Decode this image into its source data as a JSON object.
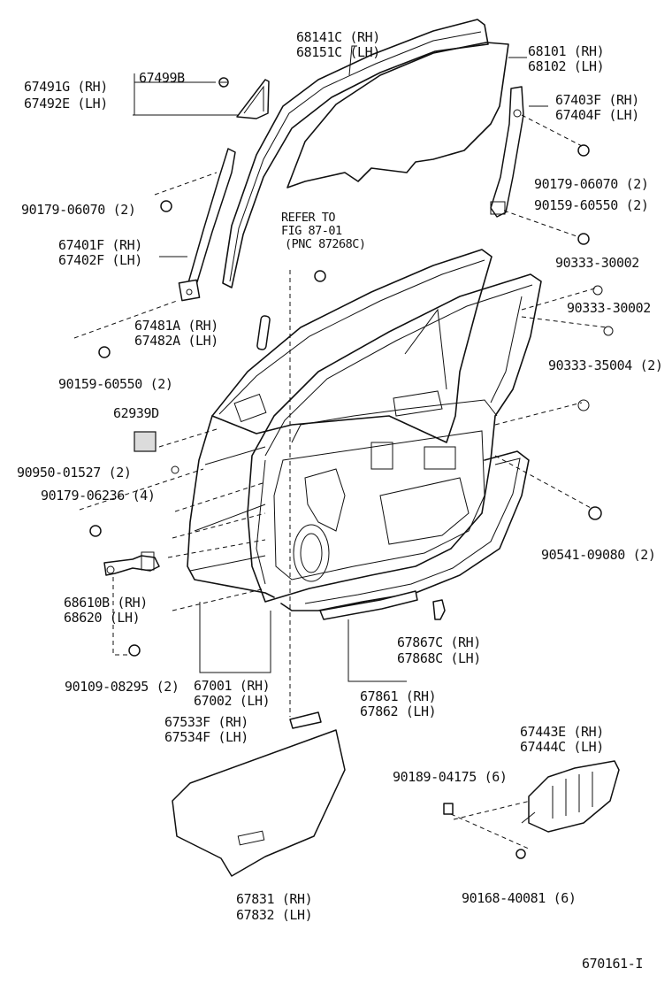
{
  "labels": {
    "p68141": "68141C (RH)",
    "p68151": "68151C (LH)",
    "p68101": "68101 (RH)",
    "p68102": "68102 (LH)",
    "p67499": "67499B",
    "p67491": "67491G (RH)",
    "p67492": "67492E (LH)",
    "p67403": "67403F (RH)",
    "p67404": "67404F (LH)",
    "b90179a": "90179-06070 (2)",
    "b90179b": "90179-06070 (2)",
    "b90159a": "90159-60550 (2)",
    "refer1": "REFER TO",
    "refer2": "FIG 87-01",
    "refer3": "(PNC 87268C)",
    "p67401": "67401F (RH)",
    "p67402": "67402F (LH)",
    "p90333a": "90333-30002",
    "p90333b": "90333-30002",
    "p67481": "67481A (RH)",
    "p67482": "67482A (LH)",
    "p90333c": "90333-35004 (2)",
    "b90159b": "90159-60550 (2)",
    "p62939": "62939D",
    "p90950": "90950-01527 (2)",
    "p90179c": "90179-06236 (4)",
    "p90541": "90541-09080 (2)",
    "p68610": "68610B (RH)",
    "p68620": "68620   (LH)",
    "p67867": "67867C (RH)",
    "p67868": "67868C (LH)",
    "p90109": "90109-08295 (2)",
    "p67001": "67001 (RH)",
    "p67002": "67002 (LH)",
    "p67861": "67861 (RH)",
    "p67862": "67862 (LH)",
    "p67533": "67533F (RH)",
    "p67534": "67534F (LH)",
    "p67443": "67443E (RH)",
    "p67444": "67444C (LH)",
    "p90189": "90189-04175 (6)",
    "p67831": "67831 (RH)",
    "p67832": "67832 (LH)",
    "p90168": "90168-40081 (6)",
    "figid": "670161-I"
  }
}
